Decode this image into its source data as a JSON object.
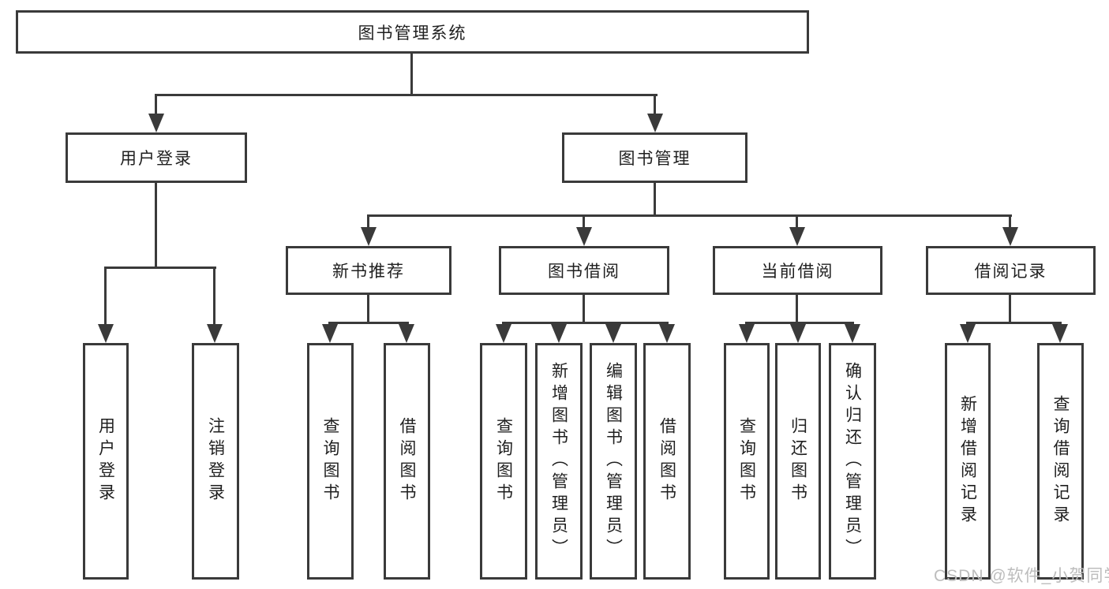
{
  "diagram": {
    "root": {
      "label": "图书管理系统"
    },
    "level2": [
      {
        "label": "用户登录"
      },
      {
        "label": "图书管理"
      }
    ],
    "level3": [
      {
        "label": "新书推荐"
      },
      {
        "label": "图书借阅"
      },
      {
        "label": "当前借阅"
      },
      {
        "label": "借阅记录"
      }
    ],
    "leaves": [
      {
        "label": "用户登录"
      },
      {
        "label": "注销登录"
      },
      {
        "label": "查询图书"
      },
      {
        "label": "借阅图书"
      },
      {
        "label": "查询图书"
      },
      {
        "label": "新增图书（管理员）"
      },
      {
        "label": "编辑图书（管理员）"
      },
      {
        "label": "借阅图书"
      },
      {
        "label": "查询图书"
      },
      {
        "label": "归还图书"
      },
      {
        "label": "确认归还（管理员）"
      },
      {
        "label": "新增借阅记录"
      },
      {
        "label": "查询借阅记录"
      }
    ],
    "colors": {
      "line": "#3a3a3a",
      "text": "#1f1f1f",
      "background": "#ffffff",
      "watermark": "#bdbdbd"
    }
  },
  "watermark": {
    "text": "CSDN @软件_小贺同学"
  }
}
